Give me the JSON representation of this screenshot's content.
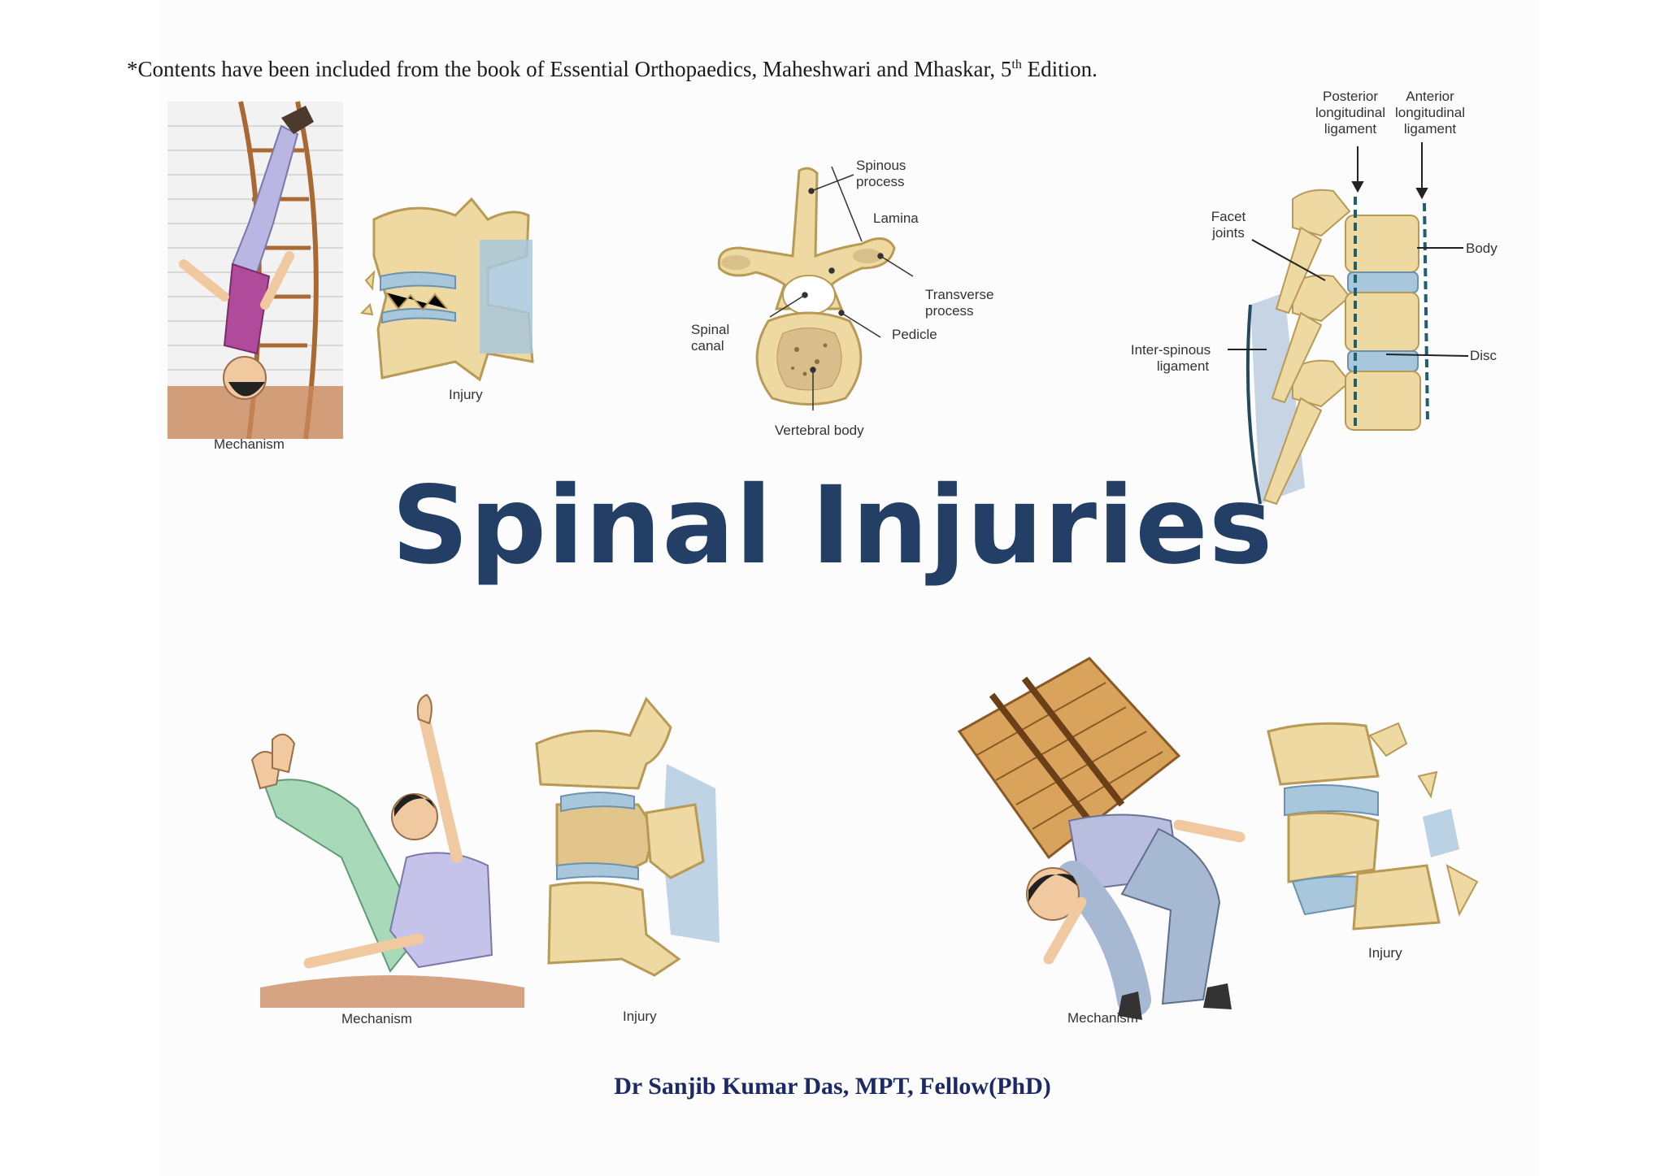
{
  "credit": {
    "text_before": "*Contents have been included from the book of Essential Orthopaedics, Maheshwari and Mhaskar, 5",
    "superscript": "th",
    "text_after": " Edition."
  },
  "title": "Spinal Injuries",
  "author": "Dr Sanjib Kumar Das, MPT, Fellow(PhD)",
  "figures": {
    "fall_from_height": {
      "mechanism_label": "Mechanism",
      "injury_label": "Injury"
    },
    "vertebra_anatomy": {
      "labels": {
        "spinous": [
          "Spinous",
          "process"
        ],
        "lamina": "Lamina",
        "transverse": [
          "Transverse",
          "process"
        ],
        "spinal_canal": [
          "Spinal",
          "canal"
        ],
        "pedicle": "Pedicle",
        "vertebral_body": "Vertebral body"
      }
    },
    "spine_ligaments": {
      "labels": {
        "posterior": [
          "Posterior",
          "longitudinal",
          "ligament"
        ],
        "anterior": [
          "Anterior",
          "longitudinal",
          "ligament"
        ],
        "facet": [
          "Facet",
          "joints"
        ],
        "body": "Body",
        "interspinous": [
          "Inter-spinous",
          "ligament"
        ],
        "disc": "Disc"
      }
    },
    "flexion_fall": {
      "mechanism_label": "Mechanism",
      "injury_label": "Injury"
    },
    "heavy_load": {
      "mechanism_label": "Mechanism",
      "injury_label": "Injury"
    }
  },
  "colors": {
    "title": "#233f66",
    "author": "#1b2a66",
    "bone": "#efd9a3",
    "bone_outline": "#b89a55",
    "disc": "#a9c7dc"
  }
}
